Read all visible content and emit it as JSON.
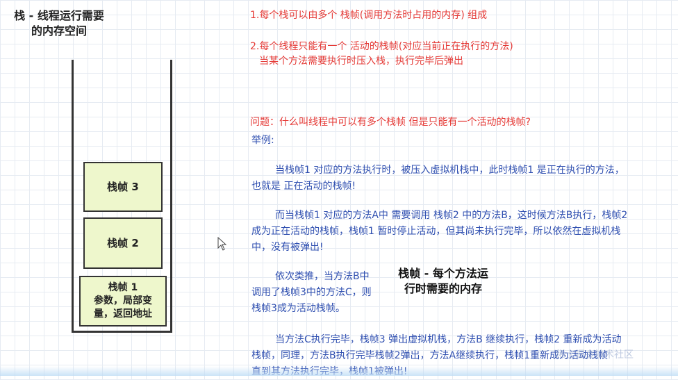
{
  "left_title_line1": "栈 - 线程运行需要",
  "left_title_line2": "的内存空间",
  "frames": {
    "frame3": "栈帧 3",
    "frame2": "栈帧 2",
    "frame1_line1": "栈帧 1",
    "frame1_line2": "参数，局部变",
    "frame1_line3": "量，返回地址"
  },
  "notes": {
    "point1": "1.每个栈可以由多个 栈帧(调用方法时占用的内存) 组成",
    "point2_line1": "2.每个线程只能有一个 活动的栈帧(对应当前正在执行的方法)",
    "point2_line2": "当某个方法需要执行时压入栈，执行完毕后弹出",
    "question": "问题：什么叫线程中可以有多个栈帧 但是只能有一个活动的栈帧?",
    "example_label": "举例:",
    "para1_line1": "当栈帧1 对应的方法执行时，被压入虚拟机栈中，此时栈帧1 是正在执行的方法，",
    "para1_line2": "也就是 正在活动的栈帧!",
    "para2_line1": "而当栈帧1 对应的方法A中 需要调用 栈帧2 中的方法B，这时候方法B执行，栈帧2",
    "para2_line2": "成为正在活动的栈帧，栈帧1 暂时停止活动，但其尚未执行完毕，所以依然在虚拟机栈",
    "para2_line3": "中，没有被弹出!",
    "para3_line1": "依次类推，当方法B中",
    "para3_line2": "调用了栈帧3中的方法C，则",
    "para3_line3": "栈帧3成为活动栈帧。",
    "para4_line1": "当方法C执行完毕，栈帧3 弹出虚拟机栈，方法B 继续执行，栈帧2 重新成为活动",
    "para4_line2": "栈帧，同理，方法B执行完毕栈帧2弹出，方法A继续执行，栈帧1重新成为活动栈帧",
    "para4_line3": "直到其方法执行完毕，栈帧1被弹出!"
  },
  "overlay_label_line1": "栈帧 - 每个方法运",
  "overlay_label_line2": "行时需要的内存",
  "watermark": "稀土掘金技术社区",
  "colors": {
    "red": "#e53935",
    "blue": "#2f4fb0",
    "frame_fill": "#eef7cc"
  }
}
